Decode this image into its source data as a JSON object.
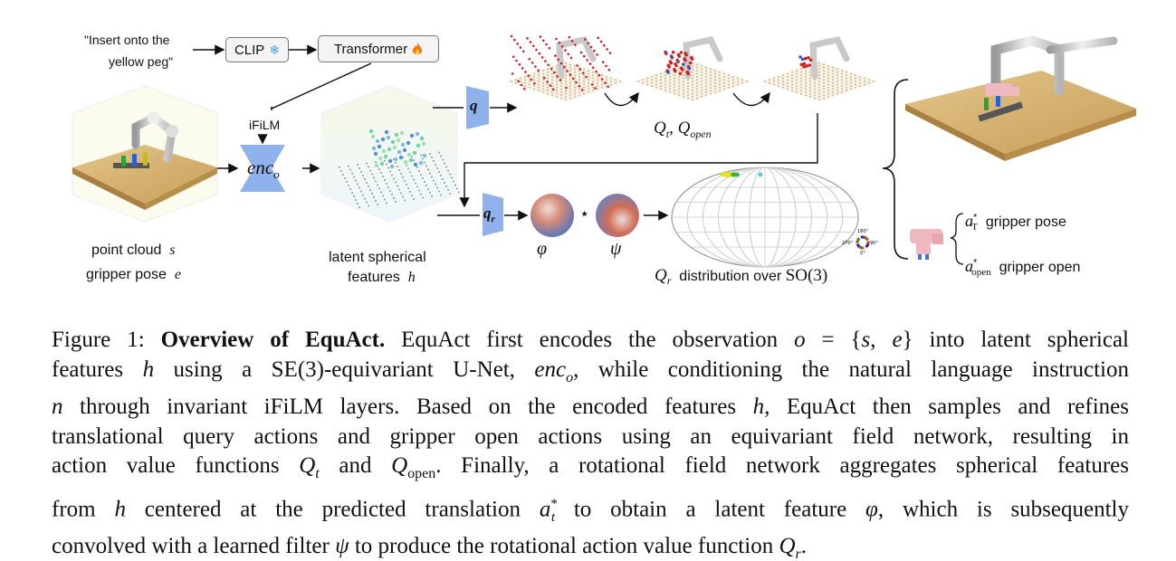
{
  "figure": {
    "instruction": [
      "\"Insert onto the",
      "yellow peg\""
    ],
    "clip_label": "CLIP",
    "clip_icon": "snowflake-icon",
    "transformer_label": "Transformer",
    "transformer_icon": "fire-icon",
    "ifilm_label": "iFiLM",
    "encoder_label": "enc",
    "encoder_sub": "o",
    "q_label": "q",
    "qr_label": "q",
    "qr_sub": "r",
    "qt_label": "Q",
    "qt_sub": "t",
    "qopen_label": ", Q",
    "qopen_sub": "open",
    "phi_label": "φ",
    "psi_label": "ψ",
    "star": "⋆",
    "point_cloud_label": "point cloud",
    "point_cloud_sym": "s",
    "gripper_pose_label": "gripper pose",
    "gripper_pose_sym": "e",
    "latent_label_1": "latent spherical",
    "latent_label_2": "features",
    "latent_sym": "h",
    "qr_dist_sym": "Q",
    "qr_dist_sub": "r",
    "qr_dist_text": "distribution over",
    "qr_dist_group": "SO(3)",
    "a_t_sym": "a",
    "a_t_sup": "*",
    "a_t_sub": "T",
    "a_t_text": "gripper pose",
    "a_open_sym": "a",
    "a_open_sup": "*",
    "a_open_sub": "open",
    "a_open_text": "gripper open",
    "colorwheel": [
      "180°",
      "270°",
      "90°",
      "0°"
    ],
    "colors": {
      "encoder_blue": "#8fb1ec",
      "table_wood": "#d9b77a",
      "point_red": "#cc2222",
      "gripper_pink": "#f0b8c0"
    }
  },
  "caption": {
    "lines": [
      "Figure 1: Overview of EquAct. EquAct first encodes the observation o = {s, e} into latent spherical",
      "features h using a SE(3)-equivariant U-Net, enc_o, while conditioning the natural language instruction",
      "n through invariant iFiLM layers. Based on the encoded features h, EquAct then samples and refines",
      "translational query actions and gripper open actions using an equivariant field network, resulting in",
      "action value functions Q_t and Q_open. Finally, a rotational field network aggregates spherical features",
      "from h centered at the predicted translation a*_t to obtain a latent feature φ, which is subsequently",
      "convolved with a learned filter ψ to produce the rotational action value function Q_r."
    ],
    "p": {
      "l1a": "Figure 1: ",
      "l1b": "Overview of EquAct.",
      "l1c": " EquAct first encodes the observation ",
      "l1m": "o",
      "l1d": " = {",
      "l1s": "s",
      "l1e_comma": ", ",
      "l1e": "e",
      "l1f": "} into latent spherical",
      "l2a": "features ",
      "l2h": "h",
      "l2b": " using a SE(3)-equivariant U-Net, ",
      "l2enc": "enc",
      "l2sub": "o",
      "l2c": ", while conditioning the natural language instruction",
      "l3n": "n",
      "l3a": " through invariant iFiLM layers. Based on the encoded features ",
      "l3h": "h",
      "l3b": ", EquAct then samples and refines",
      "l4": "translational query actions and gripper open actions using an equivariant field network, resulting in",
      "l5a": "action value functions ",
      "l5q": "Q",
      "l5t": "t",
      "l5b": " and ",
      "l5q2": "Q",
      "l5open": "open",
      "l5c": ". Finally, a rotational field network aggregates spherical features",
      "l6a": "from ",
      "l6h": "h",
      "l6b": " centered at the predicted translation ",
      "l6a2": "a",
      "l6star": "*",
      "l6t": "t",
      "l6c": " to obtain a latent feature ",
      "l6phi": "φ",
      "l6d": ", which is subsequently",
      "l7a": "convolved with a learned filter ",
      "l7psi": "ψ",
      "l7b": " to produce the rotational action value function ",
      "l7q": "Q",
      "l7r": "r",
      "l7c": "."
    }
  }
}
